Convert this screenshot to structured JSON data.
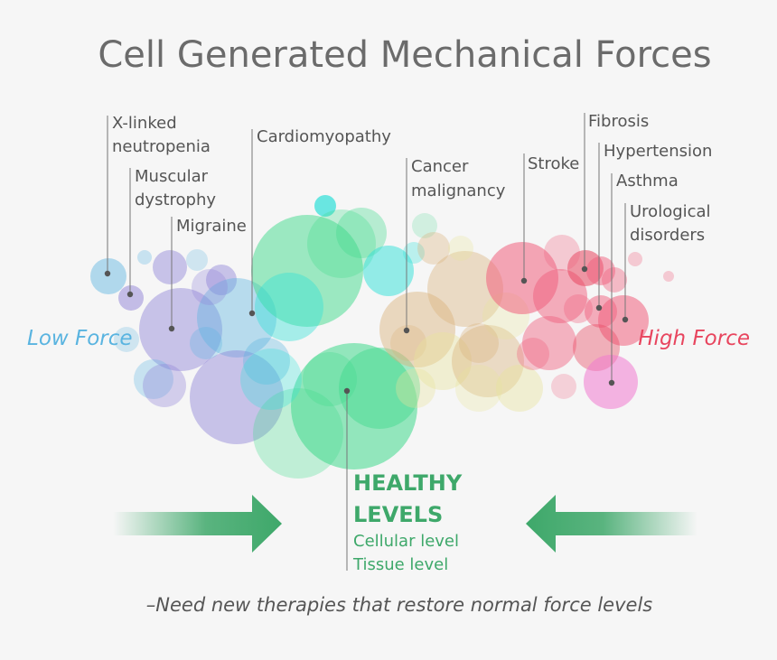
{
  "title": "Cell Generated Mechanical Forces",
  "low_force": "Low Force",
  "high_force": "High Force",
  "labels": {
    "x_linked_1": "X-linked",
    "x_linked_2": "neutropenia",
    "muscular_1": "Muscular",
    "muscular_2": "dystrophy",
    "migraine": "Migraine",
    "cardiomyopathy": "Cardiomyopathy",
    "cancer_1": "Cancer",
    "cancer_2": "malignancy",
    "stroke": "Stroke",
    "fibrosis": "Fibrosis",
    "hypertension": "Hypertension",
    "asthma": "Asthma",
    "urological_1": "Urological",
    "urological_2": "disorders"
  },
  "healthy": {
    "line1": "HEALTHY",
    "line2": "LEVELS",
    "sub1": "Cellular level",
    "sub2": "Tissue level"
  },
  "footer": "–Need new therapies that restore normal force levels",
  "colors": {
    "blue": "#5ab4e0",
    "purple": "#8f82d6",
    "green": "#3fd98c",
    "teal": "#2ee0d8",
    "tan": "#d9b27a",
    "yellow": "#e8e39a",
    "pink": "#f0607e",
    "magenta": "#f07ad0",
    "red": "#e8455e",
    "healthy_green": "#3ea86a"
  }
}
